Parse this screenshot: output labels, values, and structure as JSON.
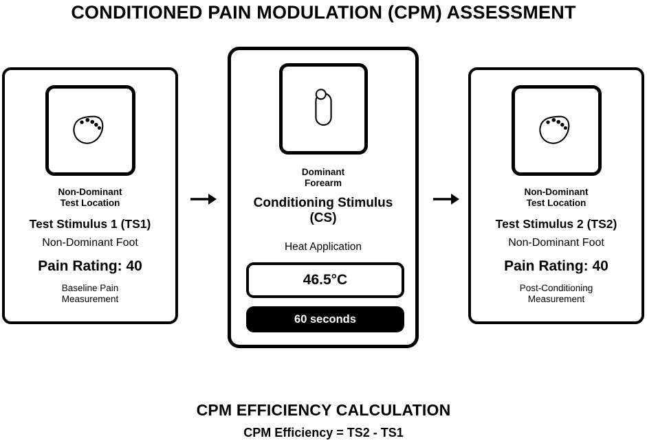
{
  "header": {
    "title": "CONDITIONED PAIN MODULATION (CPM) ASSESSMENT"
  },
  "flow": {
    "arrow_1": "right-arrow",
    "arrow_2": "right-arrow"
  },
  "panels": {
    "test_stimulus_1": {
      "icon_name": "foot-icon",
      "location_line_1": "Non-Dominant",
      "location_line_2": "Test Location",
      "stimulus_label": "Test Stimulus 1 (TS1)",
      "body_part": "Non-Dominant Foot",
      "pain_rating": "Pain Rating: 40",
      "measure_line_1": "Baseline Pain",
      "measure_line_2": "Measurement"
    },
    "conditioning_stimulus": {
      "icon_name": "forearm-icon",
      "location_line_1": "Dominant",
      "location_line_2": "Forearm",
      "title_line_1": "Conditioning Stimulus",
      "title_line_2": "(CS)",
      "subtitle": "Heat Application",
      "temperature": "46.5°C",
      "duration": "60 seconds"
    },
    "test_stimulus_2": {
      "icon_name": "foot-icon",
      "location_line_1": "Non-Dominant",
      "location_line_2": "Test Location",
      "stimulus_label": "Test Stimulus 2 (TS2)",
      "body_part": "Non-Dominant Foot",
      "pain_rating": "Pain Rating: 40",
      "measure_line_1": "Post-Conditioning",
      "measure_line_2": "Measurement"
    }
  },
  "footer": {
    "title": "CPM EFFICIENCY CALCULATION",
    "formula": "CPM Efficiency = TS2 - TS1"
  },
  "colors": {
    "stroke": "#000000",
    "background": "#ffffff",
    "pill_background": "#000000",
    "pill_text": "#ffffff"
  }
}
